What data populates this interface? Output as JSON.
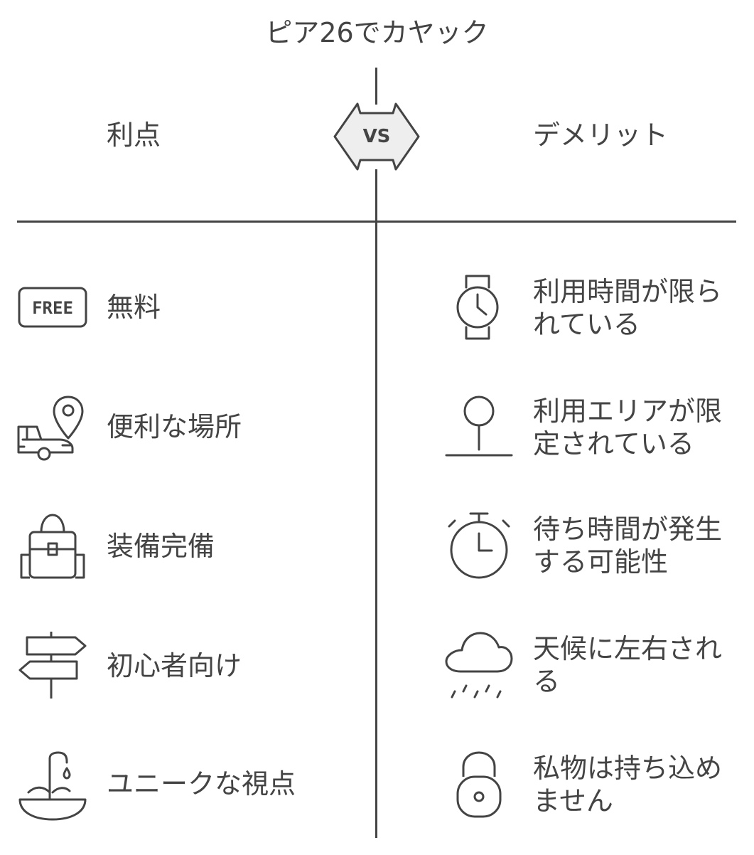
{
  "title": "ピア26でカヤック",
  "vs_label": "VS",
  "left": {
    "heading": "利点",
    "items": [
      {
        "label": "無料",
        "icon": "free-tag-icon",
        "badge": "FREE"
      },
      {
        "label": "便利な場所",
        "icon": "car-location-pin-icon"
      },
      {
        "label": "装備完備",
        "icon": "backpack-icon"
      },
      {
        "label": "初心者向け",
        "icon": "signpost-icon"
      },
      {
        "label": "ユニークな視点",
        "icon": "fountain-basin-icon"
      }
    ]
  },
  "right": {
    "heading": "デメリット",
    "items": [
      {
        "line1": "利用時間が限ら",
        "line2": "れている",
        "icon": "wristwatch-icon"
      },
      {
        "line1": "利用エリアが限",
        "line2": "定されている",
        "icon": "map-pin-icon"
      },
      {
        "line1": "待ち時間が発生",
        "line2": "する可能性",
        "icon": "stopwatch-icon"
      },
      {
        "line1": "天候に左右され",
        "line2": "る",
        "icon": "rain-cloud-icon"
      },
      {
        "line1": "私物は持ち込め",
        "line2": "ません",
        "icon": "padlock-icon"
      }
    ]
  },
  "colors": {
    "ink": "#444444",
    "badge_fill": "#eeeeee",
    "background": "#ffffff"
  }
}
